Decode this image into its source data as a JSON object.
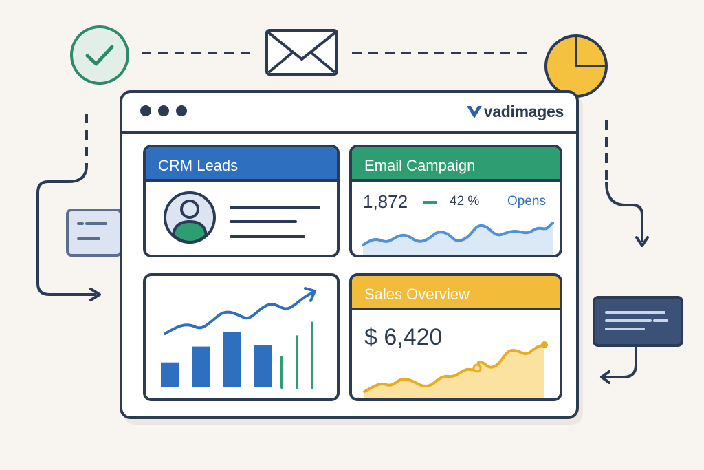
{
  "brand": {
    "name": "vadimages"
  },
  "cards": {
    "crm": {
      "title": "CRM Leads",
      "header_color": "#2f6fc0"
    },
    "email": {
      "title": "Email Campaign",
      "header_color": "#2e9e72",
      "count": "1,872",
      "percent": "42 %",
      "label": "Opens"
    },
    "chart": {
      "bars": [
        0.33,
        0.54,
        0.73,
        0.56
      ],
      "lines": [
        0.4,
        0.67,
        0.85
      ]
    },
    "sales": {
      "title": "Sales Overview",
      "header_color": "#f2bb3a",
      "amount": "$ 6,420"
    }
  },
  "colors": {
    "ink": "#2b3a55",
    "blue": "#2f6fc0",
    "green": "#2e9e72",
    "yellow": "#f2bb3a",
    "pale_blue": "#dbe4f0",
    "navy": "#3b5178"
  },
  "icons": [
    "check-circle-icon",
    "envelope-icon",
    "pie-chart-icon",
    "user-avatar-icon",
    "browser-dots-icon",
    "trend-arrow-icon"
  ]
}
